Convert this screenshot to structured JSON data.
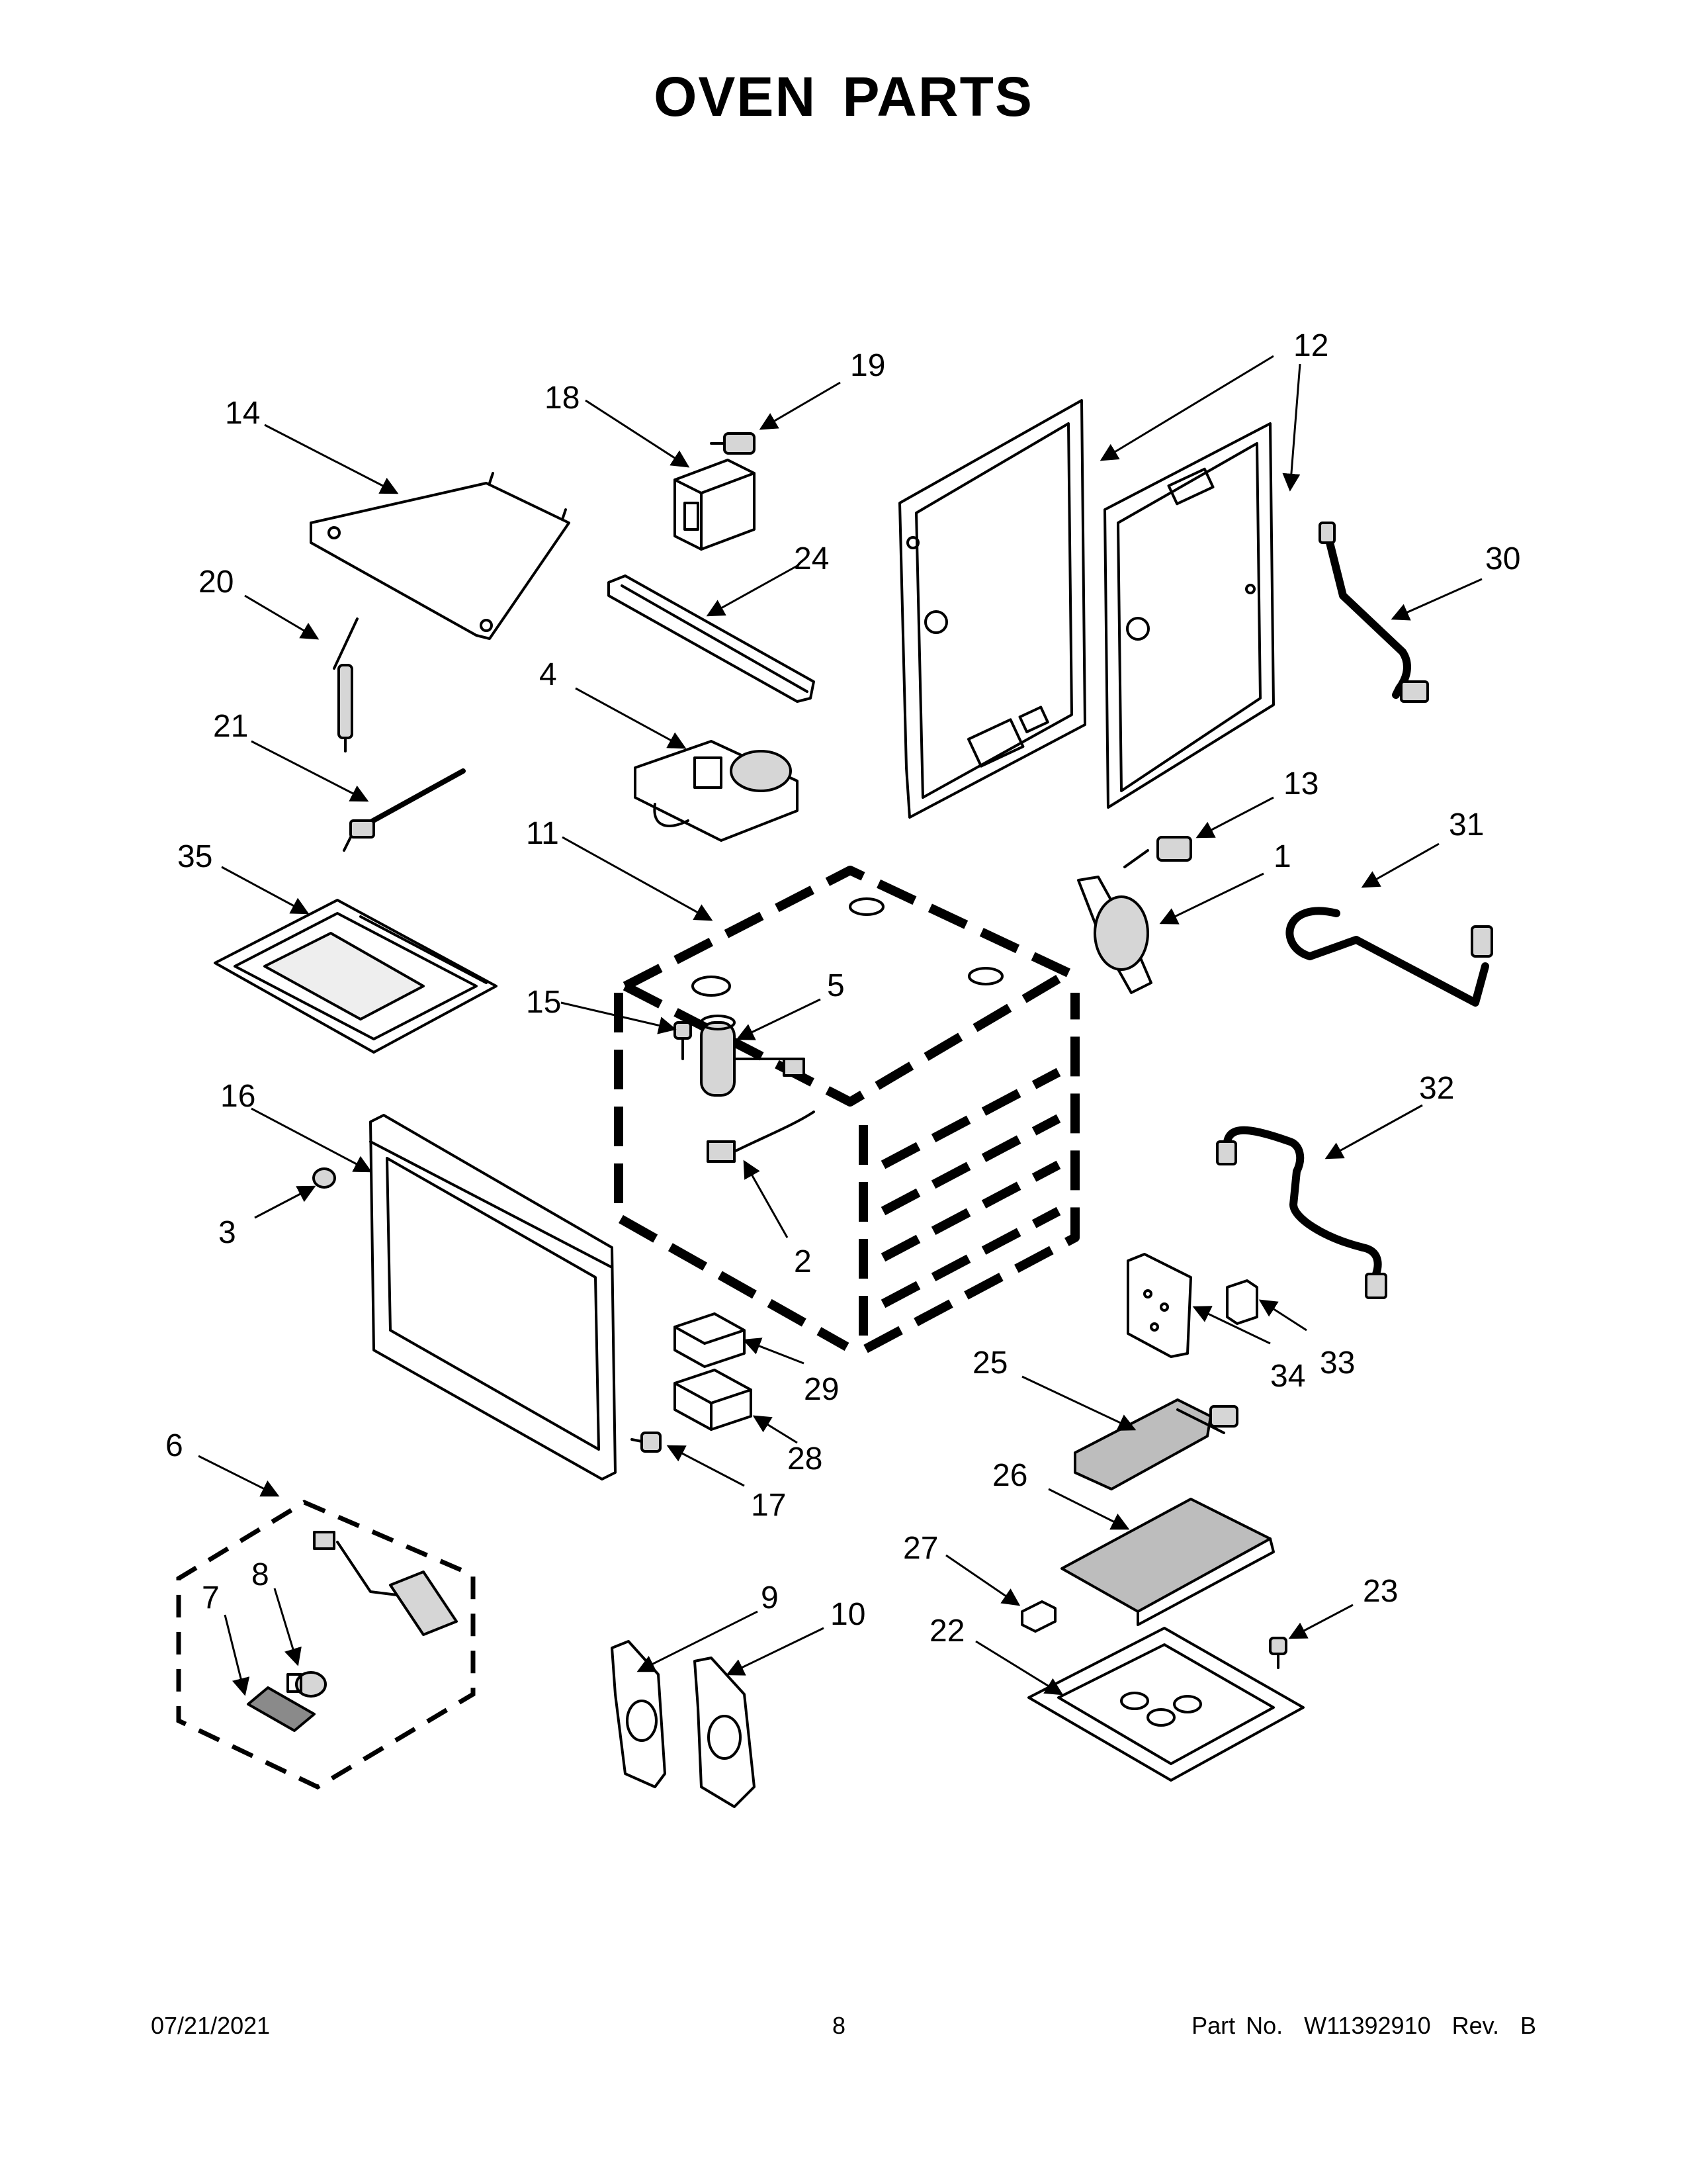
{
  "title": "OVEN PARTS",
  "footer": {
    "date": "07/21/2021",
    "page": "8",
    "part_number": "Part No.  W11392910  Rev.  B"
  },
  "callouts": {
    "c1": "1",
    "c2": "2",
    "c3": "3",
    "c4": "4",
    "c5": "5",
    "c6": "6",
    "c7": "7",
    "c8": "8",
    "c9": "9",
    "c10": "10",
    "c11": "11",
    "c12": "12",
    "c13": "13",
    "c14": "14",
    "c15": "15",
    "c16": "16",
    "c17": "17",
    "c18": "18",
    "c19": "19",
    "c20": "20",
    "c21": "21",
    "c22": "22",
    "c23": "23",
    "c24": "24",
    "c25": "25",
    "c26": "26",
    "c27": "27",
    "c28": "28",
    "c29": "29",
    "c30": "30",
    "c31": "31",
    "c32": "32",
    "c33": "33",
    "c34": "34",
    "c35": "35"
  }
}
